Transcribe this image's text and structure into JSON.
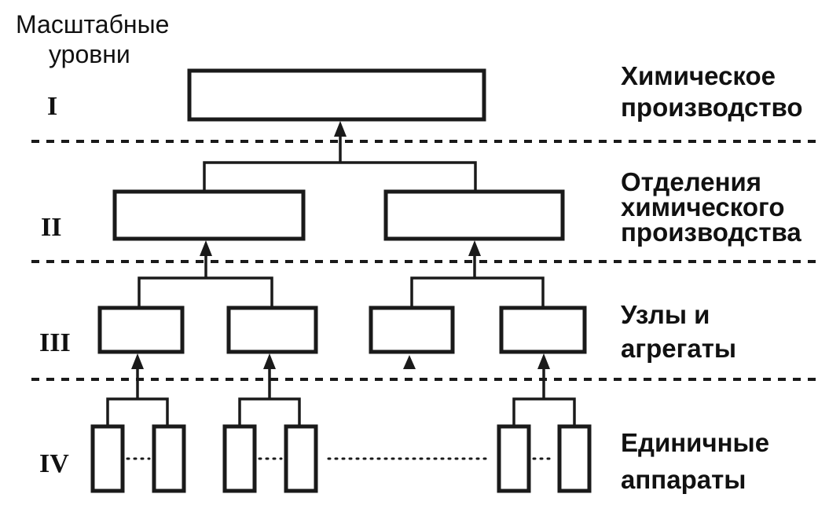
{
  "header": {
    "title_line1": "Масштабные",
    "title_line2": "уровни"
  },
  "levels": [
    {
      "numeral": "I",
      "label_lines": [
        "Химическое",
        "производство"
      ]
    },
    {
      "numeral": "II",
      "label_lines": [
        "Отделения",
        "химического",
        "производства"
      ]
    },
    {
      "numeral": "III",
      "label_lines": [
        "Узлы и",
        "агрегаты"
      ]
    },
    {
      "numeral": "IV",
      "label_lines": [
        "Единичные",
        "аппараты"
      ]
    }
  ]
}
